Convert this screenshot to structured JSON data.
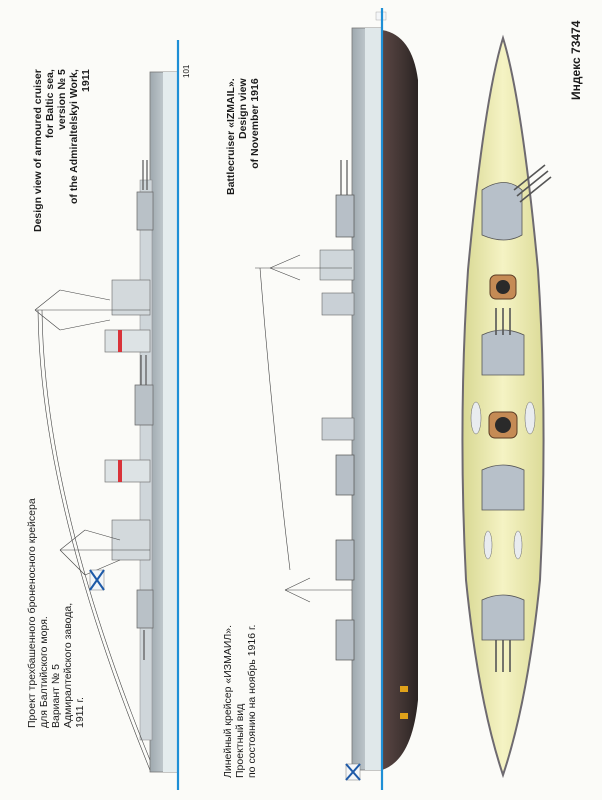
{
  "page": {
    "index_label": "Индекс  73474",
    "scale_mark": "101"
  },
  "ship1": {
    "caption_en": [
      "Design view of armoured cruiser",
      "for Baltic sea,",
      "version № 5",
      "of the Admiraltelskyi Work,",
      "1911"
    ],
    "caption_ru": [
      "Проект трехбашенного броненосного крейсера",
      "для Балтийского моря.",
      "Вариант № 5",
      "Адмиралтейского завода,",
      "1911 г."
    ]
  },
  "ship2": {
    "caption_en": [
      "Battlecruiser «IZMAIL».",
      "Design view",
      "of November 1916"
    ],
    "caption_ru": [
      "Линейный крейсер «ИЗМАИЛ».",
      "Проектный вид",
      "по состоянию на ноябрь 1916 г."
    ]
  },
  "colors": {
    "waterline": "#1e8fd6",
    "hull_grey": "#b9c2c8",
    "hull_light": "#dfe7ea",
    "underwater": "#4a3a38",
    "deck_yellow": "#f1efb8",
    "funnel_band": "#d9333a",
    "turret_grey": "#b7bfc7"
  }
}
